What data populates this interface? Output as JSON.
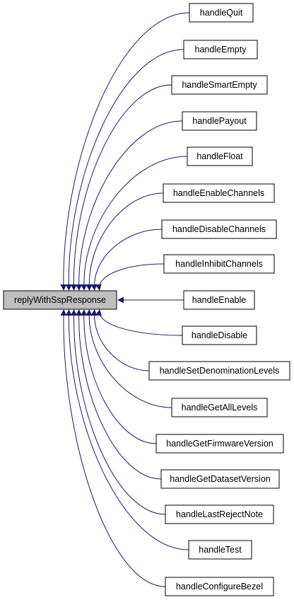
{
  "root": {
    "label": "replyWithSspResponse"
  },
  "callers": [
    {
      "label": "handleQuit"
    },
    {
      "label": "handleEmpty"
    },
    {
      "label": "handleSmartEmpty"
    },
    {
      "label": "handlePayout"
    },
    {
      "label": "handleFloat"
    },
    {
      "label": "handleEnableChannels"
    },
    {
      "label": "handleDisableChannels"
    },
    {
      "label": "handleInhibitChannels"
    },
    {
      "label": "handleEnable"
    },
    {
      "label": "handleDisable"
    },
    {
      "label": "handleSetDenominationLevels"
    },
    {
      "label": "handleGetAllLevels"
    },
    {
      "label": "handleGetFirmwareVersion"
    },
    {
      "label": "handleGetDatasetVersion"
    },
    {
      "label": "handleLastRejectNote"
    },
    {
      "label": "handleTest"
    },
    {
      "label": "handleConfigureBezel"
    }
  ],
  "colors": {
    "edge": "#191970",
    "root_fill": "#bfbfbf",
    "node_fill": "#ffffff"
  }
}
